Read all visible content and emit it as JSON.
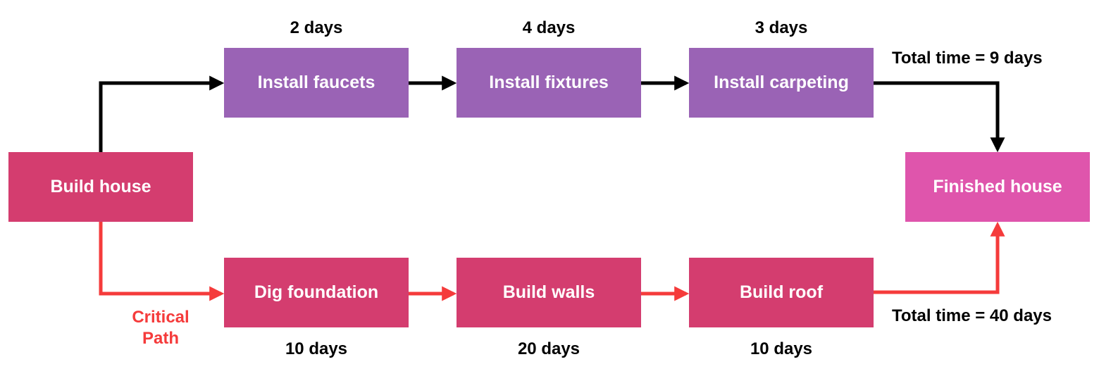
{
  "colors": {
    "start": "#D43D6F",
    "end": "#DF55AC",
    "top_task": "#9A63B5",
    "bottom_task": "#D43D6F",
    "normal_arrow": "#000000",
    "critical_arrow": "#F53B3B"
  },
  "nodes": {
    "start": "Build house",
    "end": "Finished house",
    "top": [
      {
        "label": "Install faucets",
        "duration": "2 days"
      },
      {
        "label": "Install fixtures",
        "duration": "4 days"
      },
      {
        "label": "Install carpeting",
        "duration": "3 days"
      }
    ],
    "bottom": [
      {
        "label": "Dig foundation",
        "duration": "10 days"
      },
      {
        "label": "Build walls",
        "duration": "20 days"
      },
      {
        "label": "Build roof",
        "duration": "10 days"
      }
    ]
  },
  "totals": {
    "top": "Total time = 9 days",
    "bottom": "Total time = 40 days"
  },
  "critical_path": {
    "line1": "Critical",
    "line2": "Path"
  }
}
